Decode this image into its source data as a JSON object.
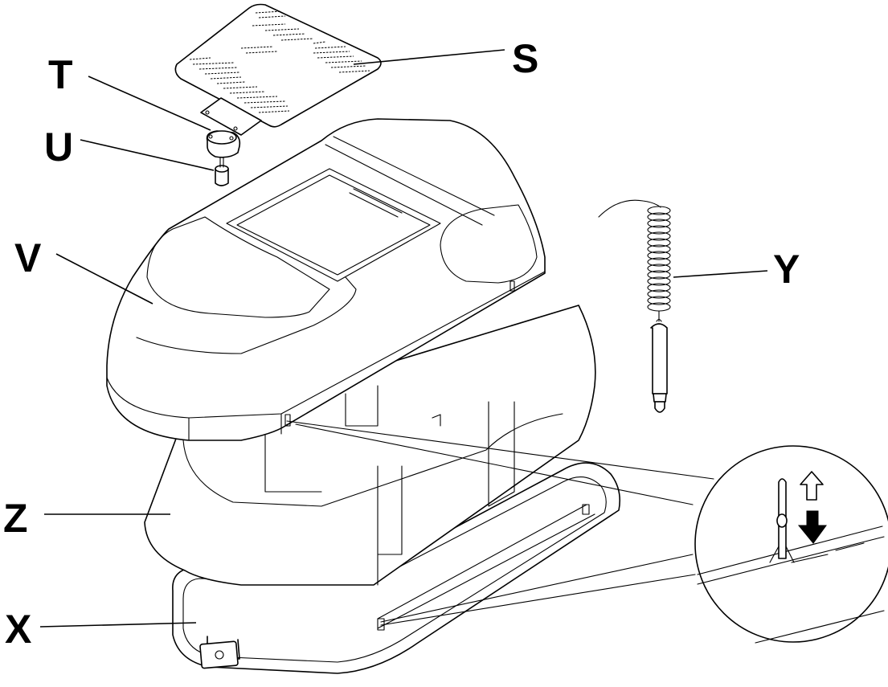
{
  "labels": {
    "S": "S",
    "T": "T",
    "U": "U",
    "V": "V",
    "X": "X",
    "Y": "Y",
    "Z": "Z"
  },
  "icons": {
    "detail_up": "up-arrow-outline",
    "detail_down": "down-arrow-solid"
  },
  "colors": {
    "line": "#000000",
    "background": "#ffffff"
  }
}
